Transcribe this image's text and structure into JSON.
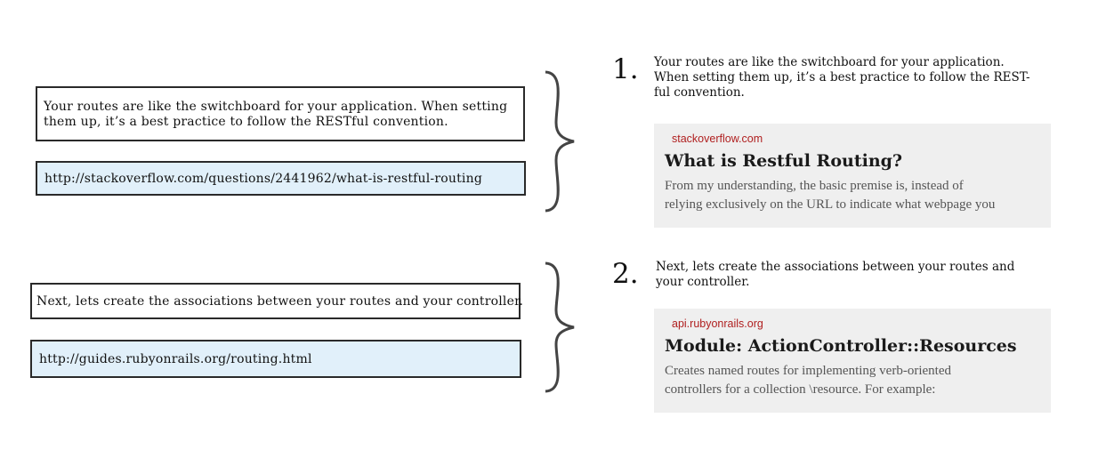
{
  "left": {
    "group1": {
      "text": "Your routes are like the switchboard for your application.  When setting\nthem up, it’s a best practice to follow the RESTful convention.",
      "url": "http://stackoverflow.com/questions/2441962/what-is-restful-routing"
    },
    "group2": {
      "text": "Next, lets create the associations between your routes and your controller.",
      "url": "http://guides.rubyonrails.org/routing.html"
    }
  },
  "right": {
    "items": [
      {
        "number": "1.",
        "text": "Your routes are like the switchboard for your application.\nWhen setting them up, it’s a best practice to follow the REST-\nful convention.",
        "card": {
          "domain": "stackoverflow.com",
          "title": "What is Restful Routing?",
          "description": "From my understanding, the basic premise is, instead of\nrelying exclusively on the URL to indicate what webpage you"
        }
      },
      {
        "number": "2.",
        "text": "Next, lets create the associations between your routes and\nyour controller.",
        "card": {
          "domain": "api.rubyonrails.org",
          "title": "Module: ActionController::Resources",
          "description": "Creates named routes for implementing verb-oriented\ncontrollers for a collection \\resource. For example:"
        }
      }
    ]
  },
  "colors": {
    "url_box_bg": "#e1f0fa",
    "card_bg": "#efefef",
    "domain_text": "#b02020"
  }
}
